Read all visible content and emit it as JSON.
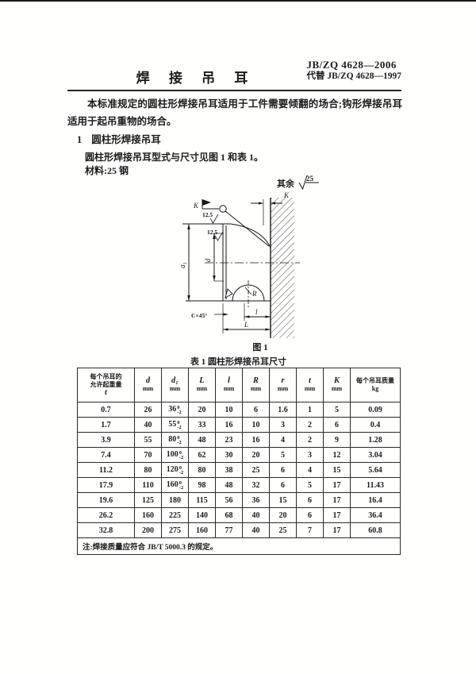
{
  "doc": {
    "std_no": "JB/ZQ 4628—2006",
    "replaces": "代替 JB/ZQ 4628—1997",
    "title": "焊 接 吊 耳",
    "intro": "本标准规定的圆柱形焊接吊耳适用于工件需要倾翻的场合;钩形焊接吊耳适用于起吊重物的场合。",
    "section1_no": "1",
    "section1_title": "圆柱形焊接吊耳",
    "body_line1": "圆柱形焊接吊耳型式与尺寸见图 1 和表 1。",
    "body_line2": "材料:25 钢"
  },
  "figure": {
    "caption": "图 1",
    "surface_note": {
      "prefix": "其余",
      "value": "25"
    },
    "labels": {
      "d1": "d₁",
      "d": "d",
      "weld": "K",
      "rough": "12.5",
      "k": "K",
      "chamfer": "C×45°",
      "l": "l",
      "L": "L",
      "R": "R"
    }
  },
  "table": {
    "caption": "表 1  圆柱形焊接吊耳尺寸",
    "columns": [
      {
        "type": "text",
        "lines": [
          "每个吊耳的",
          "允许起重量"
        ],
        "sym": "t"
      },
      {
        "type": "sym",
        "sym": "d",
        "unit": "mm"
      },
      {
        "type": "sym",
        "sym": "d₁",
        "unit": "mm"
      },
      {
        "type": "sym",
        "sym": "L",
        "unit": "mm"
      },
      {
        "type": "sym",
        "sym": "l",
        "unit": "mm"
      },
      {
        "type": "sym",
        "sym": "R",
        "unit": "mm"
      },
      {
        "type": "sym",
        "sym": "r",
        "unit": "mm"
      },
      {
        "type": "sym",
        "sym": "t",
        "unit": "mm"
      },
      {
        "type": "sym",
        "sym": "K",
        "unit": "mm"
      },
      {
        "type": "text",
        "lines": [
          "每个吊耳质量",
          "kg"
        ]
      }
    ],
    "rows": [
      [
        "0.7",
        "26",
        "36|0|-2",
        "20",
        "10",
        "6",
        "1.6",
        "1",
        "5",
        "0.09"
      ],
      [
        "1.7",
        "40",
        "55|0|-2",
        "33",
        "16",
        "10",
        "3",
        "2",
        "6",
        "0.4"
      ],
      [
        "3.9",
        "55",
        "80|0|-2",
        "48",
        "23",
        "16",
        "4",
        "2",
        "9",
        "1.28"
      ],
      [
        "7.4",
        "70",
        "100|0|-2",
        "62",
        "30",
        "20",
        "5",
        "3",
        "12",
        "3.04"
      ],
      [
        "11.2",
        "80",
        "120|0|-2",
        "80",
        "38",
        "25",
        "6",
        "4",
        "15",
        "5.64"
      ],
      [
        "17.9",
        "110",
        "160|0|-2",
        "98",
        "48",
        "32",
        "6",
        "5",
        "17",
        "11.43"
      ],
      [
        "19.6",
        "125",
        "180",
        "115",
        "56",
        "36",
        "15",
        "6",
        "17",
        "16.4"
      ],
      [
        "26.2",
        "160",
        "225",
        "140",
        "68",
        "40",
        "20",
        "6",
        "17",
        "36.4"
      ],
      [
        "32.8",
        "200",
        "275",
        "160",
        "77",
        "40",
        "25",
        "7",
        "17",
        "60.8"
      ]
    ],
    "note": "注:焊接质量应符合 JB/T 5000.3 的规定。"
  }
}
